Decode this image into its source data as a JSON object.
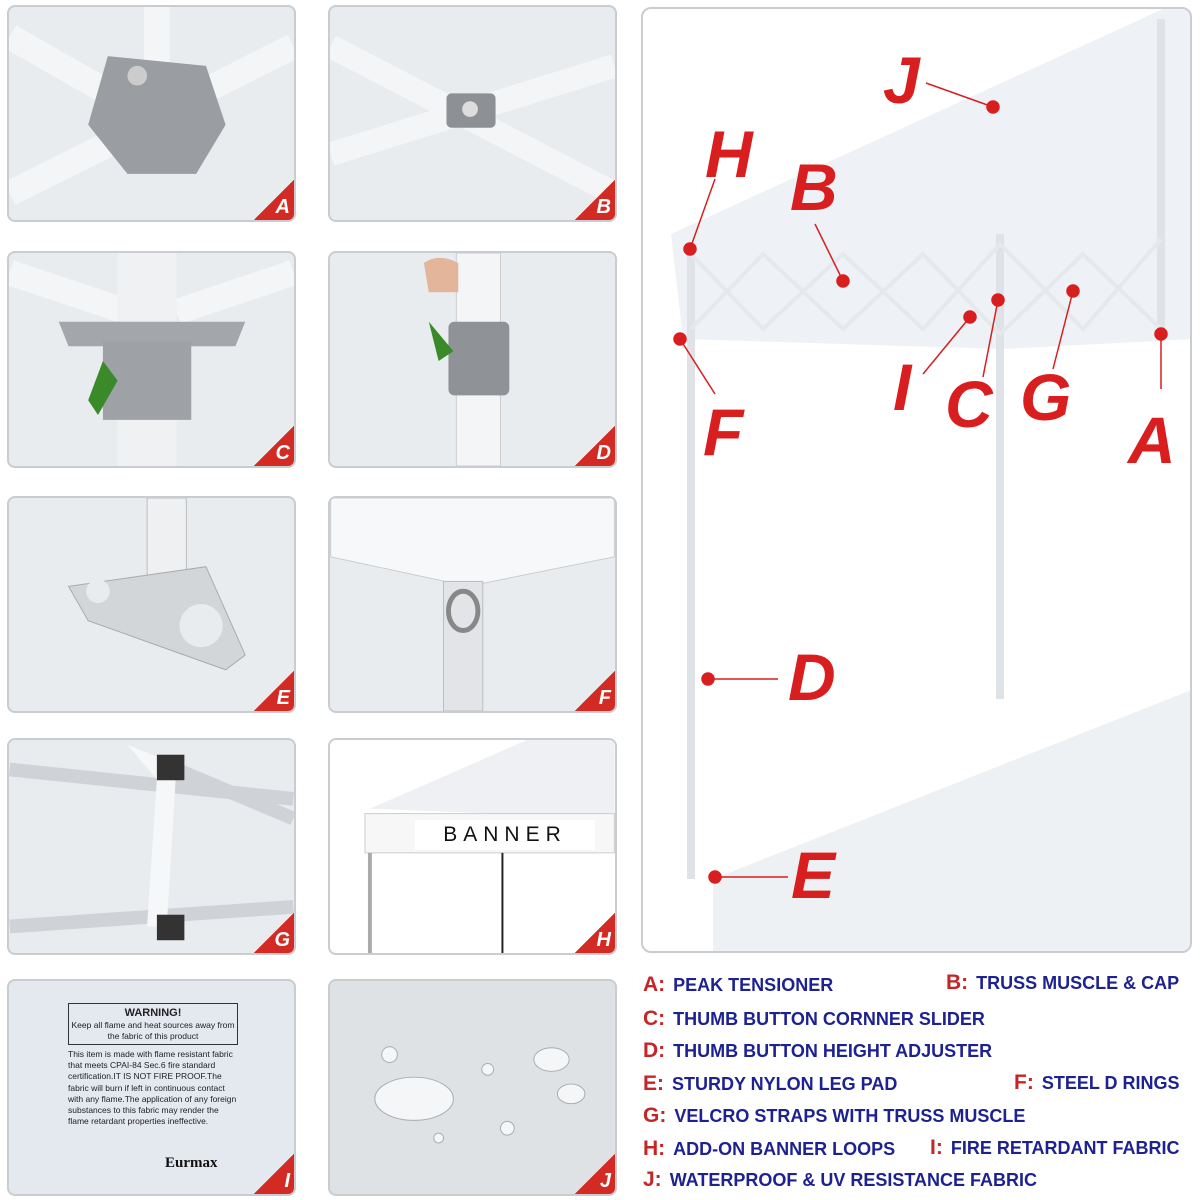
{
  "tiles": [
    {
      "letter": "A"
    },
    {
      "letter": "B"
    },
    {
      "letter": "C"
    },
    {
      "letter": "D"
    },
    {
      "letter": "E"
    },
    {
      "letter": "F"
    },
    {
      "letter": "G"
    },
    {
      "letter": "H"
    },
    {
      "letter": "I"
    },
    {
      "letter": "J"
    }
  ],
  "banner_text": "BANNER",
  "warning": {
    "title": "WARNING!",
    "subtitle": "Keep all flame and heat sources away from the fabric of this product",
    "body": "This item is made with flame resistant fabric that meets CPAI-84 Sec.6 fire standard certification.IT IS NOT FIRE PROOF.The fabric will burn if left in continuous contact with any flame.The application of any foreign substances to this fabric may render the flame retardant properties ineffective.",
    "brand": "Eurmax"
  },
  "diagram_labels": {
    "J": "J",
    "H": "H",
    "B": "B",
    "I": "I",
    "C": "C",
    "G": "G",
    "A": "A",
    "F": "F",
    "D": "D",
    "E": "E"
  },
  "legend": [
    {
      "key": "A:",
      "value": "PEAK TENSIONER"
    },
    {
      "key": "B:",
      "value": "TRUSS MUSCLE & CAP"
    },
    {
      "key": "C:",
      "value": "THUMB BUTTON CORNNER SLIDER"
    },
    {
      "key": "D:",
      "value": "THUMB BUTTON HEIGHT ADJUSTER"
    },
    {
      "key": "E:",
      "value": "STURDY NYLON LEG PAD"
    },
    {
      "key": "F:",
      "value": "STEEL D RINGS"
    },
    {
      "key": "G:",
      "value": "VELCRO STRAPS WITH TRUSS MUSCLE"
    },
    {
      "key": "H:",
      "value": "ADD-ON BANNER LOOPS"
    },
    {
      "key": "I:",
      "value": "FIRE RETARDANT FABRIC"
    },
    {
      "key": "J:",
      "value": "WATERPROOF & UV RESISTANCE FABRIC"
    }
  ],
  "colors": {
    "accent_red": "#d42a24",
    "legend_blue": "#1d2290"
  }
}
